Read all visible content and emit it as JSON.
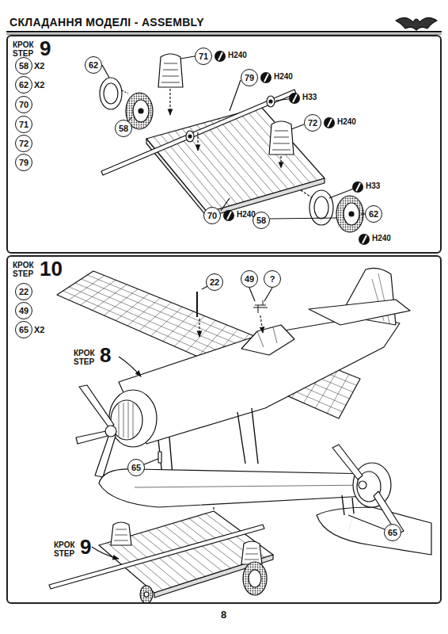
{
  "diagram": {
    "title": "СКЛАДАННЯ МОДЕЛІ - ASSEMBLY",
    "nodes": [
      {
        "text": [
          "КРОК STEP",
          "9"
        ]
      },
      {
        "text": [
          "58",
          "X2"
        ],
        "in": 0
      },
      {
        "text": [
          "62",
          "X2"
        ],
        "in": 0
      },
      {
        "text": [
          "70"
        ],
        "in": 0
      },
      {
        "text": [
          "71"
        ],
        "in": 0
      },
      {
        "text": [
          "72"
        ],
        "in": 0
      },
      {
        "text": [
          "79"
        ],
        "in": 0
      },
      {
        "text": [
          "62"
        ],
        "in": 0
      },
      {
        "text": [
          "71"
        ],
        "in": 0
      },
      {
        "text": [
          "79"
        ],
        "in": 0
      },
      {
        "text": [
          "72"
        ],
        "in": 0
      },
      {
        "text": [
          "58"
        ],
        "in": 0
      },
      {
        "text": [
          "70"
        ],
        "in": 0
      },
      {
        "text": [
          "58"
        ],
        "in": 0
      },
      {
        "text": [
          "62"
        ],
        "in": 0
      },
      {
        "text": [
          "КРОК STEP",
          "10"
        ]
      },
      {
        "text": [
          "22"
        ],
        "in": 15
      },
      {
        "text": [
          "49"
        ],
        "in": 15
      },
      {
        "text": [
          "65",
          "X2"
        ],
        "in": 15
      },
      {
        "text": [
          "22"
        ],
        "in": 15
      },
      {
        "text": [
          "49"
        ],
        "in": 15
      },
      {
        "text": [
          "?"
        ],
        "in": 15
      },
      {
        "text": [
          "65"
        ],
        "in": 15
      },
      {
        "text": [
          "65"
        ],
        "in": 15
      }
    ],
    "labels": [
      "H240",
      "H240",
      "H33",
      "H240",
      "H240",
      "H33",
      "H240",
      "КРОК STEP",
      "8",
      "КРОК STEP",
      "9",
      "8"
    ]
  }
}
